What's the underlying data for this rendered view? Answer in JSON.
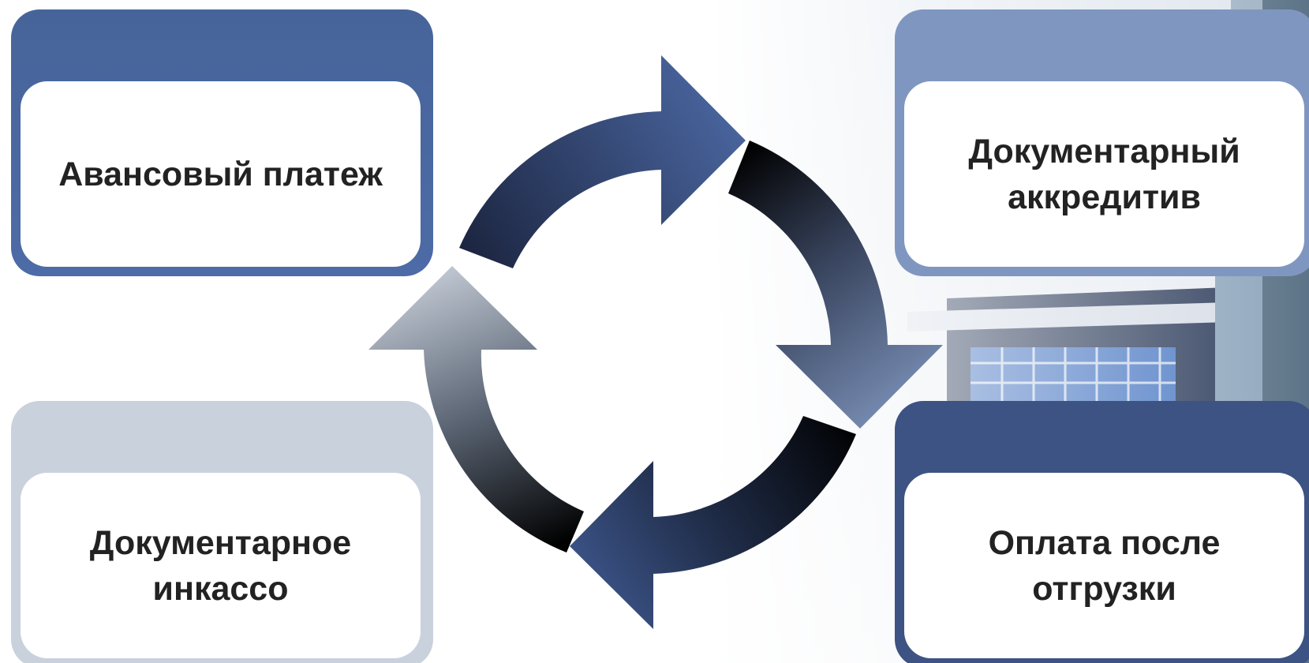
{
  "cards": {
    "top_left": {
      "label": "Авансовый платеж",
      "header_color": "#47649a"
    },
    "top_right": {
      "label": "Документарный аккредитив",
      "header_color": "#7f97c0"
    },
    "bottom_left": {
      "label": "Документарное инкассо",
      "header_color": "#c9d1dc"
    },
    "bottom_right": {
      "label": "Оплата после отгрузки",
      "header_color": "#3c5383"
    }
  },
  "colors": {
    "arrow_dark": "#1b2540",
    "arrow_blue": "#4a67a3",
    "arrow_black": "#050505",
    "arrow_light": "#c3cbd6"
  },
  "icons": {
    "cycle": "circular-arrows-icon"
  }
}
